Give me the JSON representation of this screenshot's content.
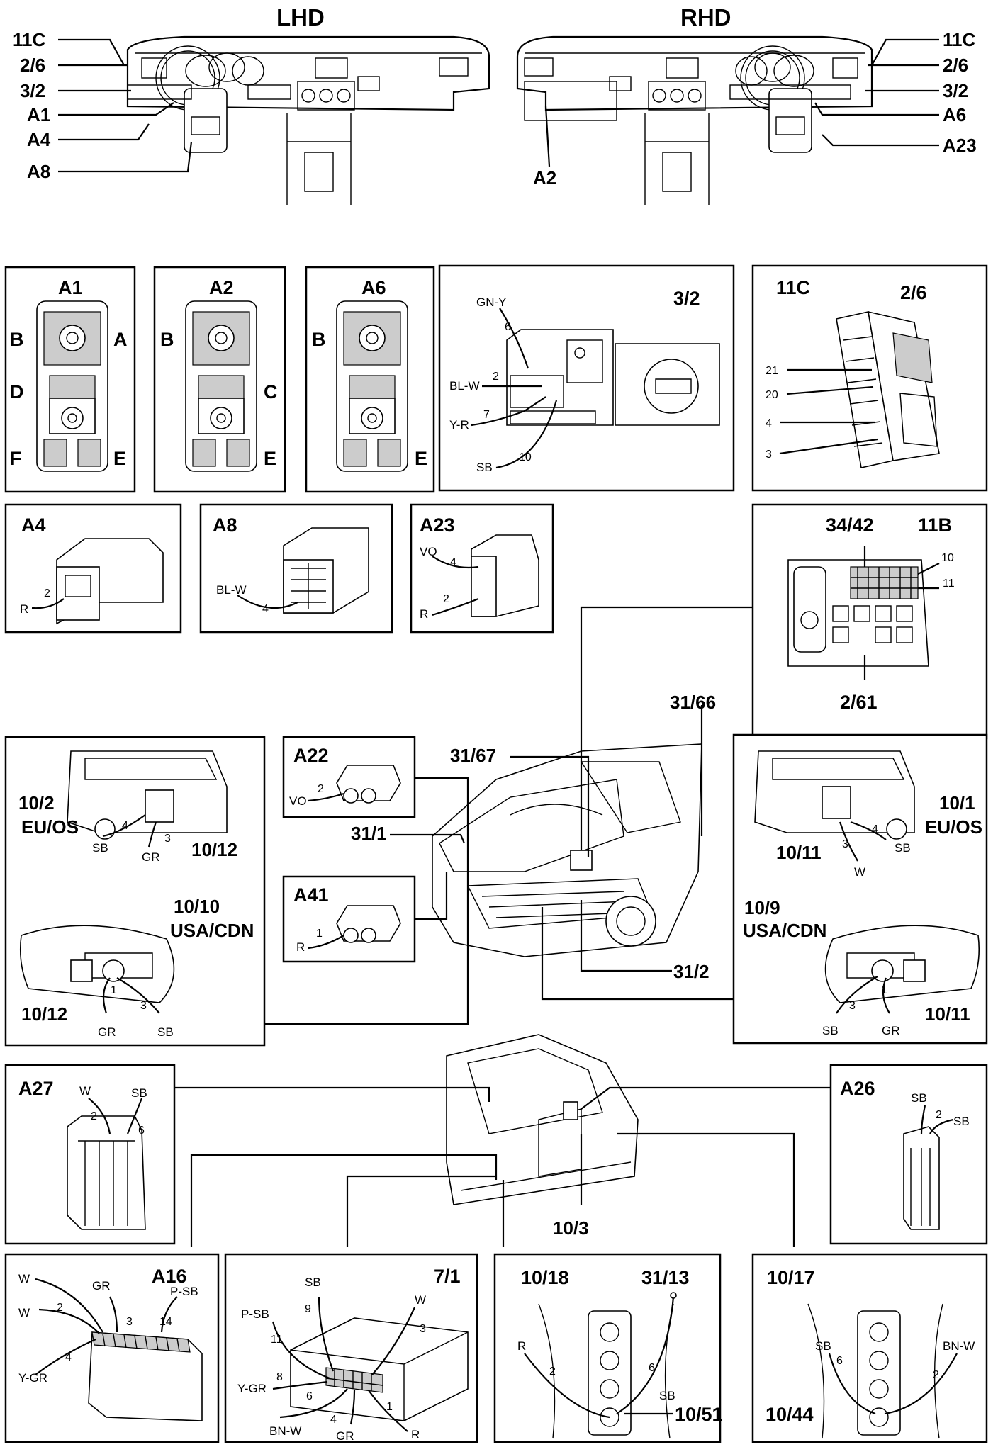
{
  "header": {
    "lhd": "LHD",
    "rhd": "RHD"
  },
  "lhd_callouts": [
    "11C",
    "2/6",
    "3/2",
    "A1",
    "A4",
    "A8"
  ],
  "rhd_callouts": [
    "11C",
    "2/6",
    "3/2",
    "A6",
    "A23"
  ],
  "rhd_bottom_label": "A2",
  "panels": {
    "a1": {
      "title": "A1",
      "letters": [
        "B",
        "A",
        "D",
        "F",
        "E"
      ]
    },
    "a2": {
      "title": "A2",
      "letters": [
        "B",
        "C",
        "E"
      ]
    },
    "a6": {
      "title": "A6",
      "letters": [
        "B",
        "E"
      ]
    },
    "p32": {
      "title": "3/2",
      "wires": [
        "GN-Y",
        "BL-W",
        "Y-R",
        "SB"
      ],
      "pins": [
        "6",
        "2",
        "7",
        "10"
      ]
    },
    "p11c": {
      "title": "11C",
      "title2": "2/6",
      "pins": [
        "21",
        "20",
        "4",
        "3"
      ]
    },
    "a4": {
      "title": "A4",
      "wire": "R",
      "pin": "2"
    },
    "a8": {
      "title": "A8",
      "wire": "BL-W",
      "pin": "4"
    },
    "a23": {
      "title": "A23",
      "wires": [
        "VO",
        "R"
      ],
      "pins": [
        "4",
        "2"
      ]
    },
    "p11b": {
      "title": "11B",
      "label_top": "34/42",
      "label_bottom": "2/61",
      "pins": [
        "10",
        "11"
      ]
    },
    "a22": {
      "title": "A22",
      "wire": "VO",
      "pin": "2"
    },
    "a41": {
      "title": "A41",
      "wire": "R",
      "pin": "1"
    },
    "left_lamp": {
      "l1": "10/2",
      "l2": "EU/OS",
      "l3": "10/12",
      "l4": "10/10",
      "l5": "USA/CDN",
      "l6": "10/12",
      "wires_top": [
        "SB",
        "GR"
      ],
      "pins_top": [
        "4",
        "3"
      ],
      "wires_bottom": [
        "GR",
        "SB"
      ],
      "pins_bottom": [
        "1",
        "3"
      ]
    },
    "right_lamp": {
      "l1": "10/1",
      "l2": "EU/OS",
      "l3": "10/11",
      "l4": "10/9",
      "l5": "USA/CDN",
      "l6": "10/11",
      "wires_top": [
        "W",
        "SB"
      ],
      "pins_top": [
        "3",
        "4"
      ],
      "wires_bottom": [
        "SB",
        "GR"
      ],
      "pins_bottom": [
        "3",
        "1"
      ]
    },
    "a27": {
      "title": "A27",
      "wires": [
        "W",
        "SB"
      ],
      "pins": [
        "2",
        "6"
      ]
    },
    "a26": {
      "title": "A26",
      "wires": [
        "SB",
        "SB"
      ],
      "pins": [
        "2"
      ]
    },
    "a16": {
      "title": "A16",
      "wires": [
        "W",
        "GR",
        "P-SB",
        "W",
        "Y-GR"
      ],
      "pins": [
        "2",
        "3",
        "14",
        "4"
      ]
    },
    "p71": {
      "title": "7/1",
      "wires": [
        "SB",
        "P-SB",
        "W",
        "Y-GR",
        "BN-W",
        "GR",
        "R"
      ],
      "pins": [
        "9",
        "11",
        "3",
        "8",
        "6",
        "4",
        "1"
      ]
    },
    "p1018": {
      "title": "10/18",
      "title2": "31/13",
      "wires": [
        "R",
        "SB"
      ],
      "pins": [
        "2",
        "6"
      ],
      "bottom": "10/51"
    },
    "p1017": {
      "title": "10/17",
      "wires": [
        "SB",
        "BN-W"
      ],
      "pins": [
        "6",
        "2"
      ],
      "bottom": "10/44"
    }
  },
  "car_labels": {
    "c1": "31/66",
    "c2": "31/67",
    "c3": "31/1",
    "c4": "31/2",
    "wagon": "10/3"
  }
}
